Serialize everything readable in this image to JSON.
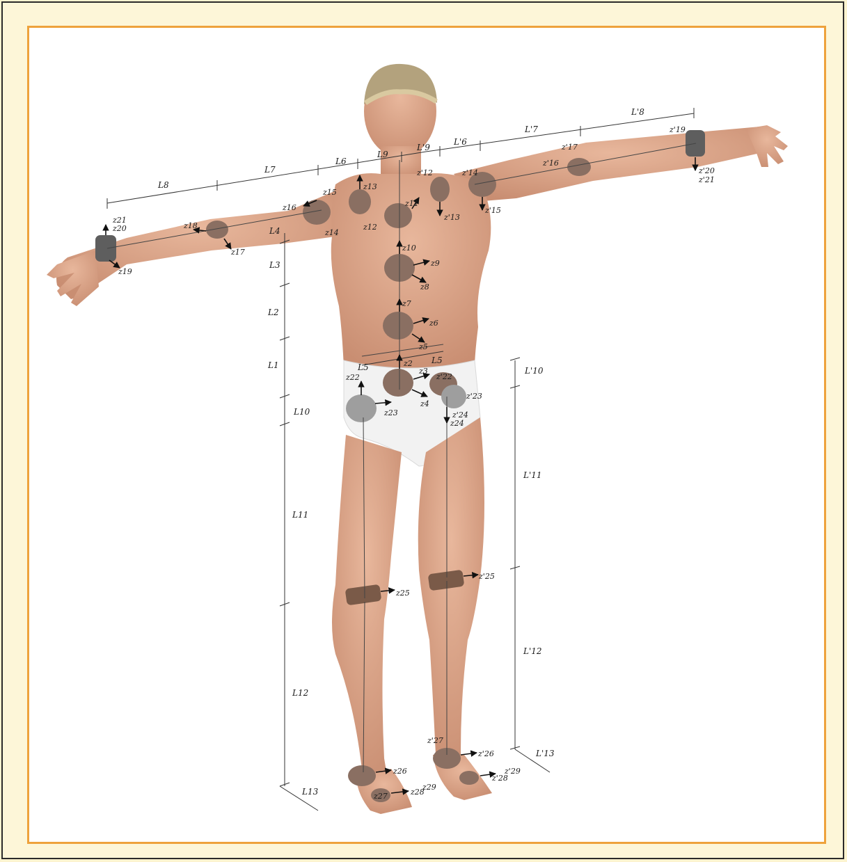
{
  "figure": {
    "colors": {
      "skin": "#e8b79c",
      "skin_shadow": "#c98e72",
      "underwear": "#f2f2f2",
      "sensor": "#8a6f62",
      "sensor_dark": "#5e5e5e",
      "knee_sensor": "#7a5a48",
      "frame_border": "#eea23c",
      "frame_bg": "#fdf6d8"
    },
    "labels": {
      "z2": "z2",
      "z3": "z3",
      "z4": "z4",
      "z5": "z5",
      "z6": "z6",
      "z7": "z7",
      "z8": "z8",
      "z9": "z9",
      "z10": "z10",
      "z11": "z11",
      "z12": "z12",
      "z13": "z13",
      "z14": "z14",
      "z15": "z15",
      "z16": "z16",
      "z17": "z17",
      "z18": "z18",
      "z19": "z19",
      "z20": "z20",
      "z21": "z21",
      "z22": "z22",
      "z23": "z23",
      "z24": "z24",
      "z25": "z25",
      "z26": "z26",
      "z27": "z27",
      "z28": "z28",
      "z29": "z29",
      "z12p": "z'12",
      "z13p": "z'13",
      "z14p": "z'14",
      "z15p": "z'15",
      "z16p": "z'16",
      "z17p": "z'17",
      "z19p": "z'19",
      "z20p": "z'20",
      "z21p": "z'21",
      "z22p": "z'22",
      "z23p": "z'23",
      "z24p": "z'24",
      "z25p": "z'25",
      "z26p": "z'26",
      "z27p": "z'27",
      "z28p": "z'28",
      "z29p": "z'29",
      "L1": "L1",
      "L2": "L2",
      "L3": "L3",
      "L4": "L4",
      "L5": "L5",
      "L6": "L6",
      "L7": "L7",
      "L8": "L8",
      "L9": "L9",
      "L10": "L10",
      "L11": "L11",
      "L12": "L12",
      "L13": "L13",
      "L6p": "L'6",
      "L7p": "L'7",
      "L8p": "L'8",
      "L9p": "L'9",
      "L10p": "L'10",
      "L11p": "L'11",
      "L12p": "L'12",
      "L13p": "L'13"
    }
  }
}
